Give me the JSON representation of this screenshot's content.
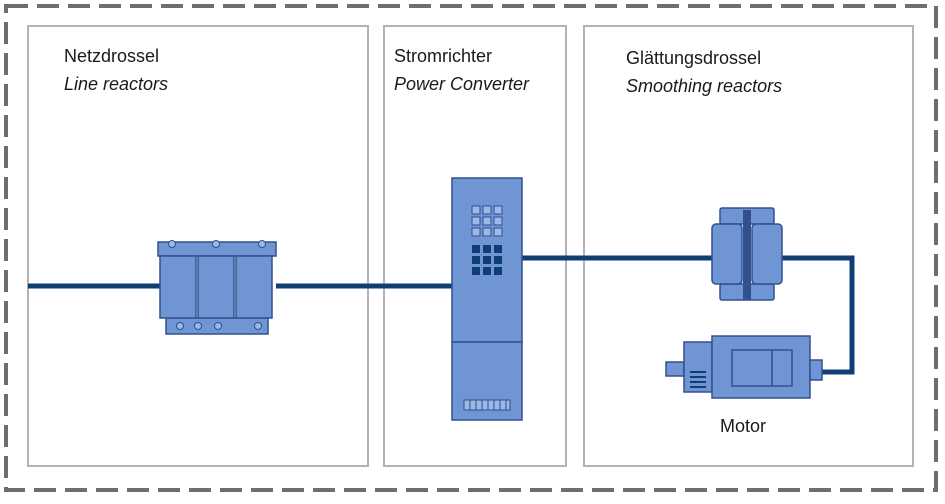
{
  "panels": {
    "left": {
      "title": "Netzdrossel",
      "subtitle": "Line reactors"
    },
    "middle": {
      "title": "Stromrichter",
      "subtitle": "Power Converter"
    },
    "right": {
      "title": "Glättungsdrossel",
      "subtitle": "Smoothing reactors"
    }
  },
  "motor_label": "Motor",
  "colors": {
    "frame_dash": "#6e6e6e",
    "panel_border": "#b3b3b3",
    "cable": "#0e3e74",
    "device_fill": "#6f95d4",
    "device_dark": "#32508e",
    "device_light": "#9cb8e6"
  }
}
